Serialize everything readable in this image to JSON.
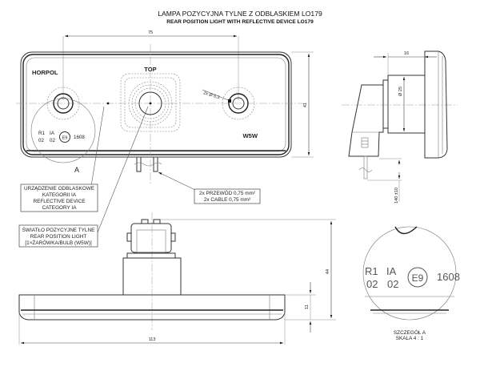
{
  "title": {
    "polish": "LAMPA POZYCYJNA TYLNE Z ODBLASKIEM LO179",
    "english": "REAR POSITION LIGHT WITH REFLECTIVE DEVICE LO179"
  },
  "front_view": {
    "brand": "HORPOL",
    "top_label": "TOP",
    "bulb_label": "W5W",
    "hole_note": "2x Ø 5,3",
    "detail_marker": "A",
    "marking": {
      "row1": [
        "R1",
        "IA"
      ],
      "row2": [
        "02",
        "02"
      ],
      "emark": "E9",
      "approval": "1608"
    }
  },
  "dimensions": {
    "hole_spacing": "75",
    "height": "41",
    "depth_body": "16",
    "socket_diameter": "Ø 25",
    "cable_length": "140 ±10",
    "overall_depth": "44",
    "lens_thickness": "11",
    "overall_width": "113"
  },
  "callouts": {
    "reflective": [
      "URZĄDZENIE ODBLASKOWE",
      "KATEGORII IA",
      "REFLECTIVE DEVICE",
      "CATEGORY IA"
    ],
    "position_light": [
      "ŚWIATŁO POZYCYJNE TYLNE",
      "REAR POSITION LIGHT",
      "[1×ŻARÓWKA/BULB (W5W)]"
    ],
    "cable": [
      "2x PRZEWÓD 0,75 mm²",
      "2x CABLE 0,75 mm²"
    ]
  },
  "detail_view": {
    "marking": {
      "row1": [
        "R1",
        "IA"
      ],
      "row2": [
        "02",
        "02"
      ],
      "emark": "E9",
      "approval": "1608"
    },
    "caption": [
      "SZCZEGÓŁ A",
      "SKALA 4 : 1"
    ]
  }
}
